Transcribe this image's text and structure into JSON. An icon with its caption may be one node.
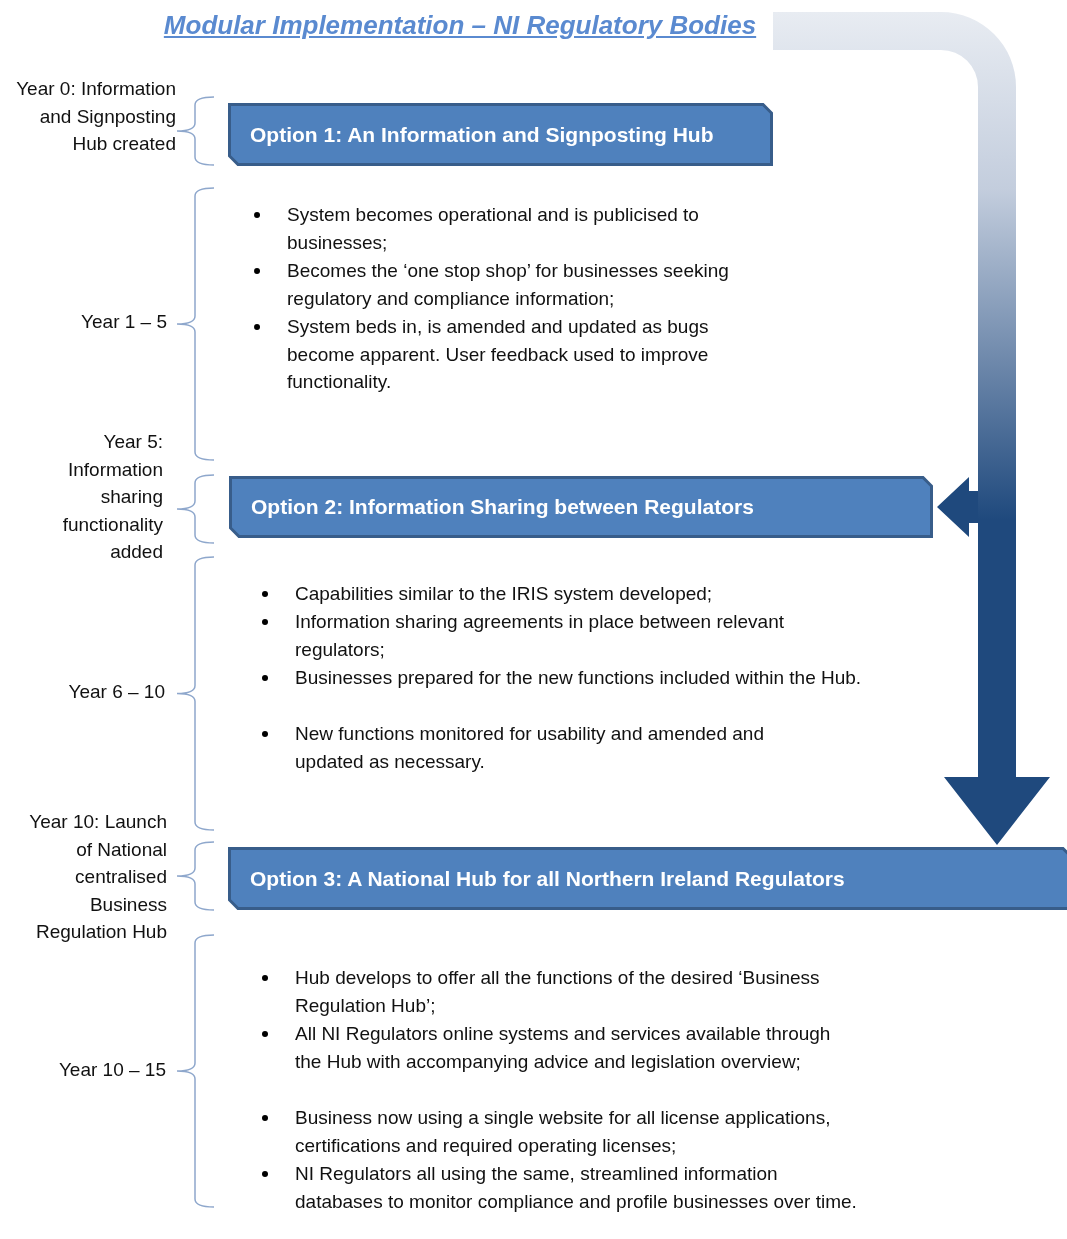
{
  "diagram": {
    "title": "Modular Implementation – NI Regulatory Bodies",
    "nodes": [
      {
        "text": [
          "Option 1: An Information and Signposting Hub"
        ]
      },
      {
        "text": [
          "Option 2: Information Sharing between Regulators"
        ]
      },
      {
        "text": [
          "Option 3: A National Hub for all Northern Ireland Regulators"
        ]
      }
    ],
    "edges": [
      {
        "from": null,
        "to": 1,
        "arrow": "to"
      },
      {
        "from": null,
        "to": 2,
        "arrow": "to"
      }
    ],
    "labels": [
      "Year 0: Information and Signposting Hub created",
      "Year 1 – 5",
      "System becomes operational and is publicised to businesses;",
      "Becomes the ‘one stop shop’ for businesses seeking regulatory and compliance information;",
      "System beds in, is amended and updated as bugs become apparent. User feedback used to improve functionality.",
      "Year 5: Information sharing functionality added",
      "Year 6 – 10",
      "Capabilities similar to the IRIS system developed;",
      "Information sharing agreements in place between relevant regulators;",
      "Businesses prepared for the new functions included within the Hub.",
      "New functions monitored for usability and amended and updated as necessary.",
      "Year 10: Launch of National centralised Business Regulation Hub",
      "Year 10 – 15",
      "Hub develops to offer all the functions of the desired ‘Business Regulation Hub’;",
      "All NI Regulators online systems and services available through the Hub with accompanying advice and legislation overview;",
      "Business now using a single website for all license applications, certifications and required operating licenses;",
      "NI Regulators all using the same, streamlined information databases to monitor compliance and profile businesses over time."
    ]
  }
}
